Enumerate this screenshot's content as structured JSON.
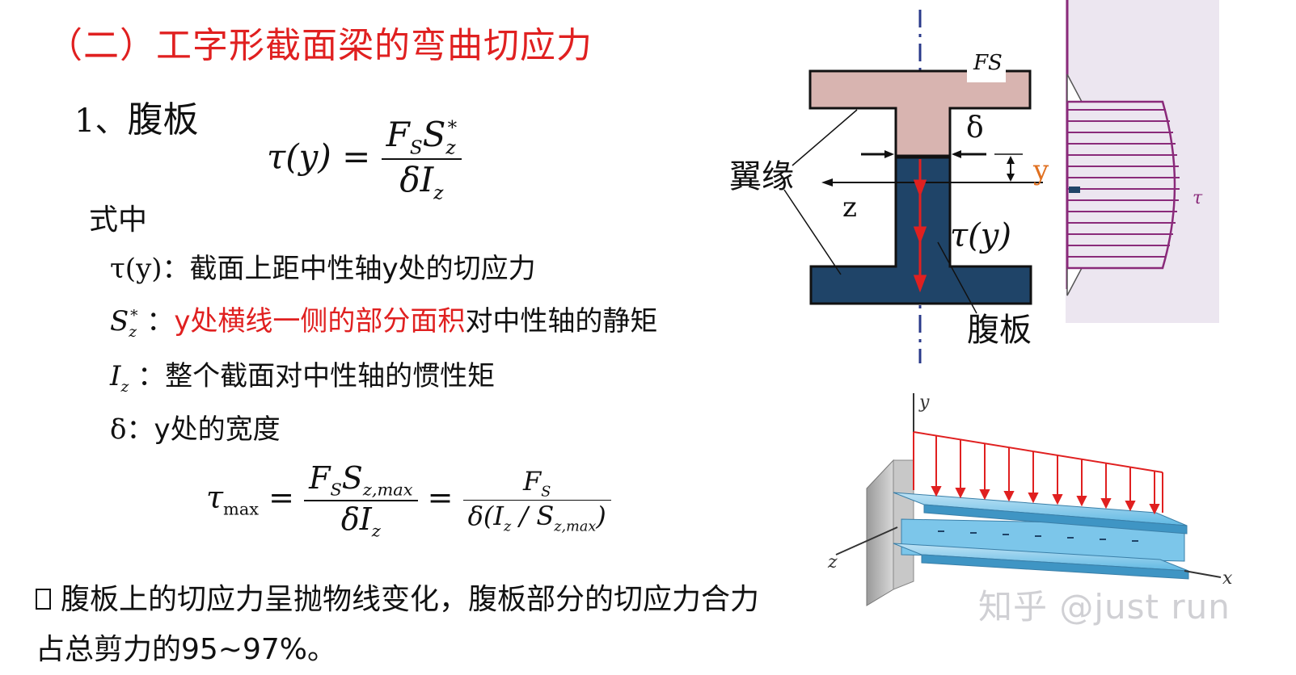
{
  "title": "（二）工字形截面梁的弯曲切应力",
  "subtitle": {
    "number": "1、",
    "text": "腹板"
  },
  "formula1": {
    "lhs": "τ(y) =",
    "numerator": "FSSz*",
    "denominator": "δIz"
  },
  "where_label": "式中",
  "definitions": [
    {
      "symbol": "τ(y)：",
      "text": "截面上距中性轴y处的切应力",
      "highlight": ""
    },
    {
      "symbol": "Sz* ：",
      "text": "对中性轴的静矩",
      "highlight": "y处横线一侧的部分面积"
    },
    {
      "symbol": "Iz ：",
      "text": "整个截面对中性轴的惯性矩",
      "highlight": ""
    },
    {
      "symbol": "δ：",
      "text": "y处的宽度",
      "highlight": ""
    }
  ],
  "formula2": {
    "lhs": "τmax =",
    "frac1_num": "FSSz,max",
    "frac1_den": "δIz",
    "frac2_num": "FS",
    "frac2_den": "δ(Iz / Sz,max)"
  },
  "bullet": "腹板上的切应力呈抛物线变化，腹板部分的切应力合力占总剪力的95~97%。",
  "diagram_top": {
    "label_flange": "翼缘",
    "label_web": "腹板",
    "label_z": "z",
    "label_y": "y",
    "label_delta": "δ",
    "label_fs": "FS",
    "label_tau_y": "τ(y)",
    "label_tau": "τ"
  },
  "diagram_bottom": {
    "label_y": "y",
    "label_z": "z",
    "label_x": "x"
  },
  "watermark": "知乎 @just run",
  "colors": {
    "accent_red": "#e02020",
    "flange_pink": "#d8b4b0",
    "web_navy": "#1f4468",
    "profile_purple": "#8a2a7a",
    "profile_bg": "#ece6f0"
  }
}
